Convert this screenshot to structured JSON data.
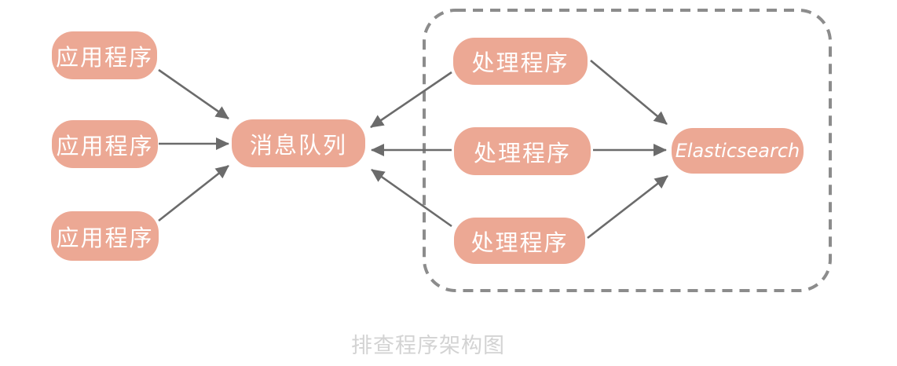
{
  "diagram": {
    "caption": "排查程序架构图",
    "nodes": {
      "app1": {
        "label": "应用程序"
      },
      "app2": {
        "label": "应用程序"
      },
      "app3": {
        "label": "应用程序"
      },
      "mq": {
        "label": "消息队列"
      },
      "handler1": {
        "label": "处理程序"
      },
      "handler2": {
        "label": "处理程序"
      },
      "handler3": {
        "label": "处理程序"
      },
      "es": {
        "label": "Elasticsearch"
      }
    },
    "edges": [
      {
        "from": "app1",
        "to": "mq"
      },
      {
        "from": "app2",
        "to": "mq"
      },
      {
        "from": "app3",
        "to": "mq"
      },
      {
        "from": "handler1",
        "to": "mq"
      },
      {
        "from": "handler2",
        "to": "mq"
      },
      {
        "from": "handler3",
        "to": "mq"
      },
      {
        "from": "handler1",
        "to": "es"
      },
      {
        "from": "handler2",
        "to": "es"
      },
      {
        "from": "handler3",
        "to": "es"
      }
    ],
    "group": {
      "style": "dashed-rounded-rect",
      "contains": [
        "handler1",
        "handler2",
        "handler3",
        "es"
      ]
    },
    "colors": {
      "node_fill": "#ECA894",
      "node_text": "#FFFFFF",
      "arrow": "#6B6B6B",
      "group_border": "#8C8C8C",
      "caption_text": "#D3D3D3",
      "background": "#FFFFFF"
    }
  }
}
